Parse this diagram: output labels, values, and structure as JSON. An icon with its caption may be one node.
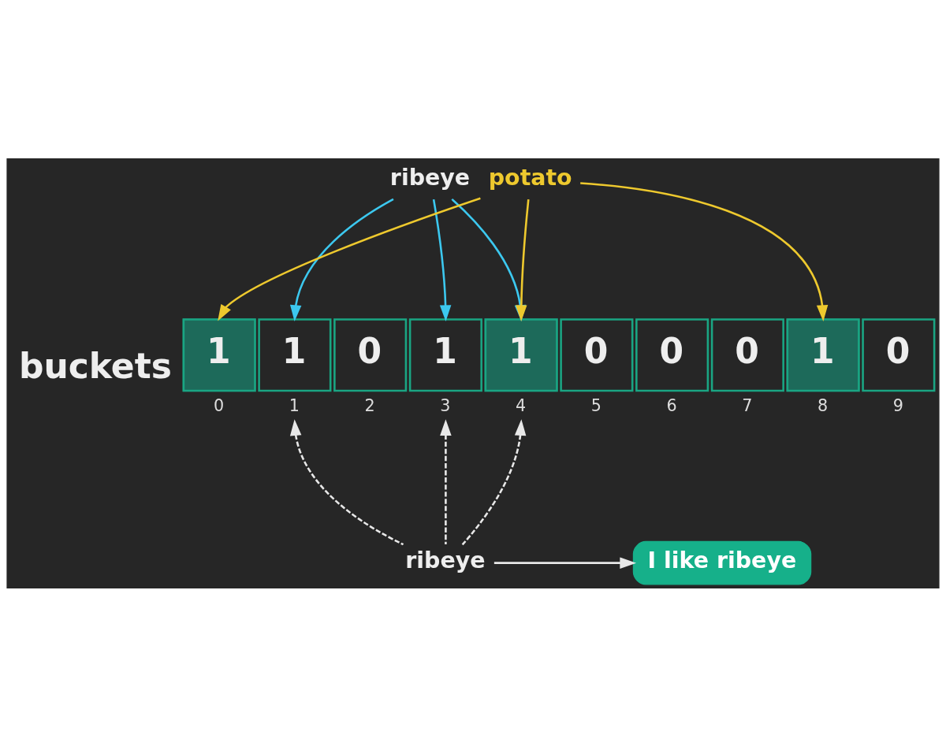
{
  "diagram": {
    "nodes": [
      {
        "text": [
          "ribeye"
        ]
      },
      {
        "text": [
          "potato"
        ]
      },
      {
        "text": [
          "1"
        ],
        "beside": [
          "0"
        ]
      },
      {
        "text": [
          "1"
        ],
        "beside": [
          "1"
        ]
      },
      {
        "text": [
          "0"
        ],
        "beside": [
          "2"
        ]
      },
      {
        "text": [
          "1"
        ],
        "beside": [
          "3"
        ]
      },
      {
        "text": [
          "1"
        ],
        "beside": [
          "4"
        ]
      },
      {
        "text": [
          "0"
        ],
        "beside": [
          "5"
        ]
      },
      {
        "text": [
          "0"
        ],
        "beside": [
          "6"
        ]
      },
      {
        "text": [
          "0"
        ],
        "beside": [
          "7"
        ]
      },
      {
        "text": [
          "1"
        ],
        "beside": [
          "8"
        ]
      },
      {
        "text": [
          "0"
        ],
        "beside": [
          "9"
        ]
      },
      {
        "text": [
          "ribeye"
        ]
      },
      {
        "text": [
          "I like ribeye"
        ]
      }
    ],
    "edges": [
      {
        "from": 0,
        "to": 3,
        "arrow": "to",
        "color": "#3cc8ef"
      },
      {
        "from": 0,
        "to": 5,
        "arrow": "to",
        "color": "#3cc8ef"
      },
      {
        "from": 0,
        "to": 6,
        "arrow": "to",
        "color": "#3cc8ef"
      },
      {
        "from": 1,
        "to": 2,
        "arrow": "to",
        "color": "#eec92e"
      },
      {
        "from": 1,
        "to": 6,
        "arrow": "to",
        "color": "#eec92e"
      },
      {
        "from": 1,
        "to": 10,
        "arrow": "to",
        "color": "#eec92e"
      },
      {
        "from": 12,
        "to": 3,
        "arrow": "to",
        "style": "dashed"
      },
      {
        "from": 12,
        "to": 5,
        "arrow": "to",
        "style": "dashed"
      },
      {
        "from": 12,
        "to": 6,
        "arrow": "to",
        "style": "dashed"
      },
      {
        "from": 12,
        "to": 13,
        "arrow": "to"
      }
    ],
    "labels": [
      "buckets"
    ]
  }
}
